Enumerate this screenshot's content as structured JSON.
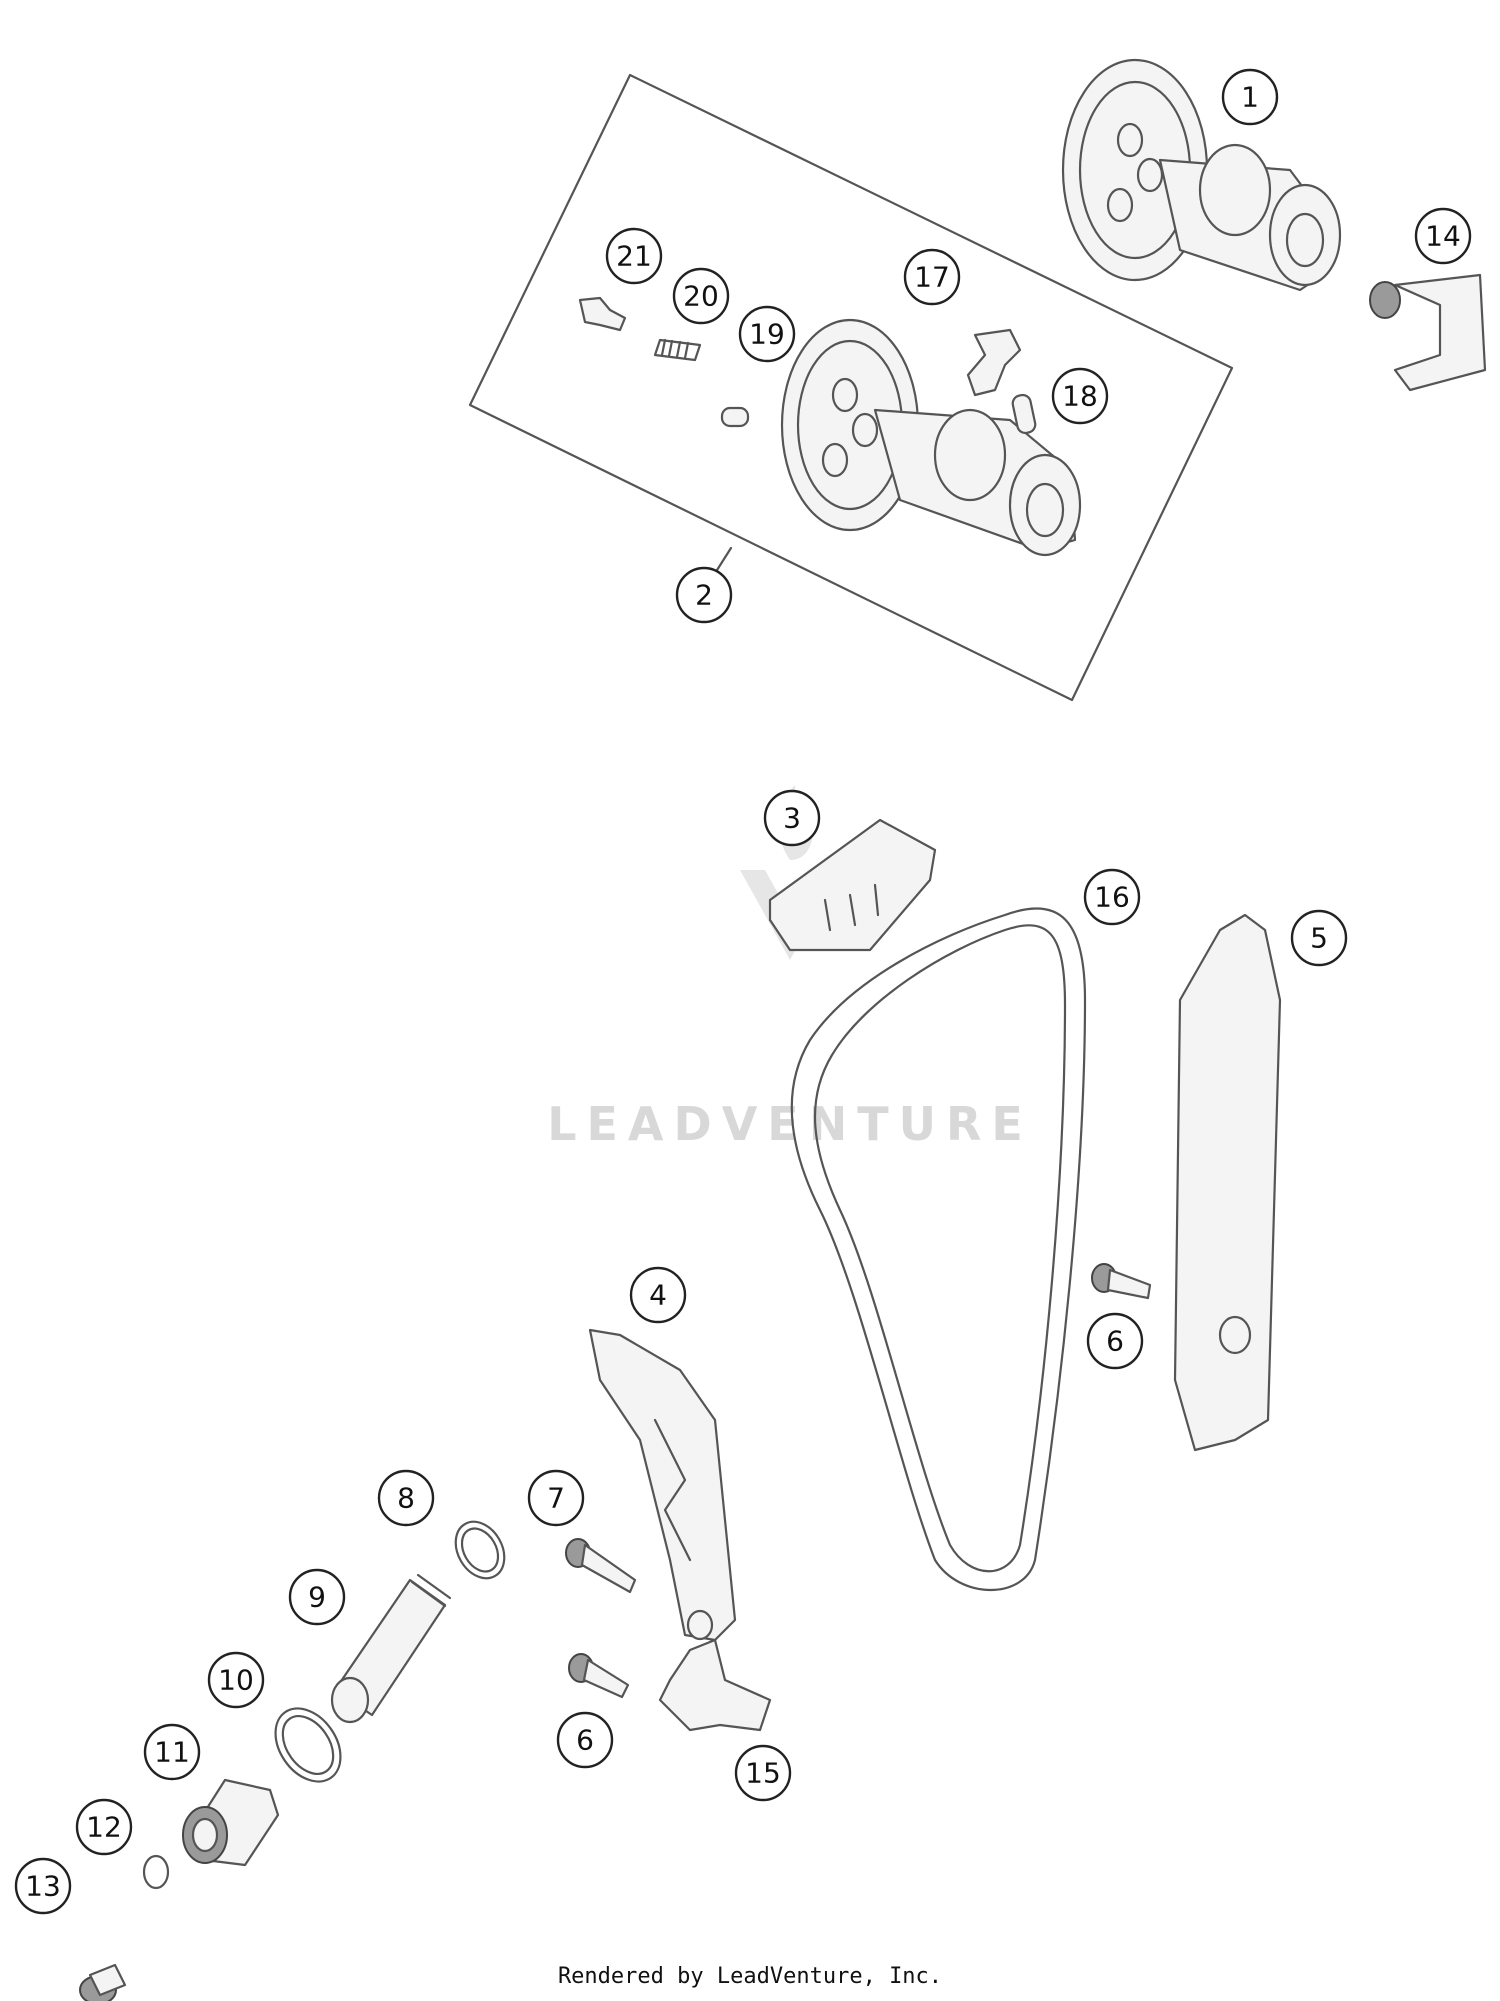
{
  "diagram": {
    "callouts": {
      "c1": "1",
      "c2": "2",
      "c3": "3",
      "c4": "4",
      "c5": "5",
      "c6a": "6",
      "c6b": "6",
      "c7": "7",
      "c8": "8",
      "c9": "9",
      "c10": "10",
      "c11": "11",
      "c12": "12",
      "c13": "13",
      "c14": "14",
      "c15": "15",
      "c16": "16",
      "c17": "17",
      "c18": "18",
      "c19": "19",
      "c20": "20",
      "c21": "21"
    },
    "watermark": "LEADVENTURE"
  },
  "footer": {
    "text": "Rendered by LeadVenture, Inc."
  }
}
